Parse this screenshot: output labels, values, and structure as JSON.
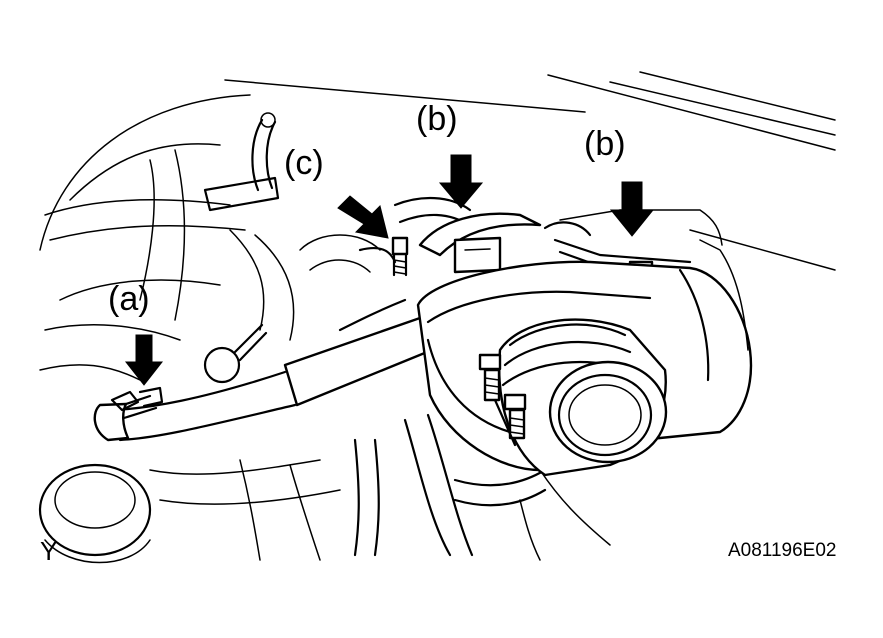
{
  "labels": {
    "callout_a": "(a)",
    "callout_b_left": "(b)",
    "callout_b_right": "(b)",
    "callout_c": "(c)",
    "orientation": "Y",
    "figure_id": "A081196E02"
  },
  "colors": {
    "ink": "#000000",
    "paper": "#ffffff"
  },
  "icons": {
    "pointer": "down-arrow-icon"
  }
}
